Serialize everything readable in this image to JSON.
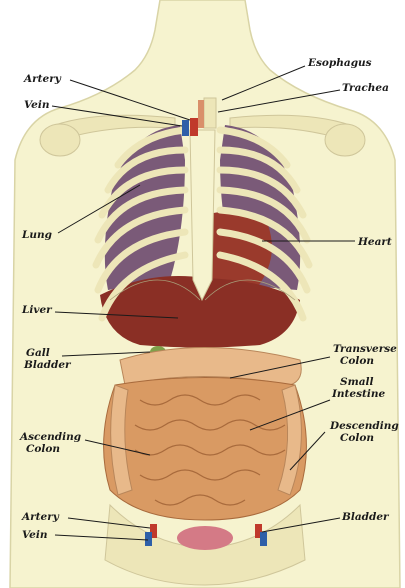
{
  "labels": {
    "esophagus": "Esophagus",
    "artery_top": "Artery",
    "trachea": "Trachea",
    "vein_top": "Vein",
    "lung": "Lung",
    "heart": "Heart",
    "liver": "Liver",
    "gall_line1": "Gall",
    "gall_line2": "Bladder",
    "transverse_line1": "Transverse",
    "transverse_line2": "Colon",
    "small_line1": "Small",
    "small_line2": "Intestine",
    "ascending_line1": "Ascending",
    "ascending_line2": "Colon",
    "descending_line1": "Descending",
    "descending_line2": "Colon",
    "artery_bottom": "Artery",
    "bladder": "Bladder",
    "vein_bottom": "Vein"
  },
  "colors": {
    "skin": "#f6f3cf",
    "skin_outline": "#d9d4a6",
    "bone": "#ede6b8",
    "bone_shade": "#cfc69a",
    "lung": "#7a5a78",
    "heart": "#9a3a2c",
    "liver": "#8a2f25",
    "colon": "#e8b98a",
    "intestine": "#d99a63",
    "bladder": "#d47a86",
    "vessel_red": "#c0392b",
    "vessel_blue": "#2e5fa8"
  }
}
